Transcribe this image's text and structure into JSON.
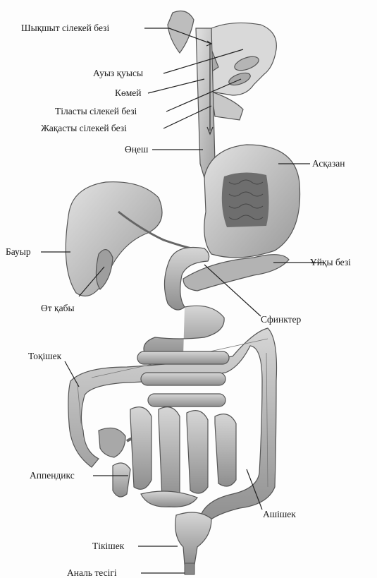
{
  "labels": {
    "parotid": "Шықшыт сілекей безі",
    "oral_cavity": "Ауыз қуысы",
    "pharynx": "Көмей",
    "sublingual": "Тіласты сілекей безі",
    "submandibular": "Жақасты сілекей безі",
    "esophagus": "Өңеш",
    "stomach": "Асқазан",
    "liver": "Бауыр",
    "pancreas": "Ұйқы безі",
    "gallbladder": "Өт қабы",
    "sphincter": "Сфинктер",
    "large_intestine": "Тоқішек",
    "appendix": "Аппендикс",
    "small_intestine": "Аш­ішек",
    "rectum": "Тікішек",
    "anus": "Аналь тесігі"
  },
  "colors": {
    "organ_fill": "#c9c9c9",
    "organ_dark": "#7a7a7a",
    "intestine_fill": "#b8b8b8",
    "label_text": "#1a1a1a"
  }
}
